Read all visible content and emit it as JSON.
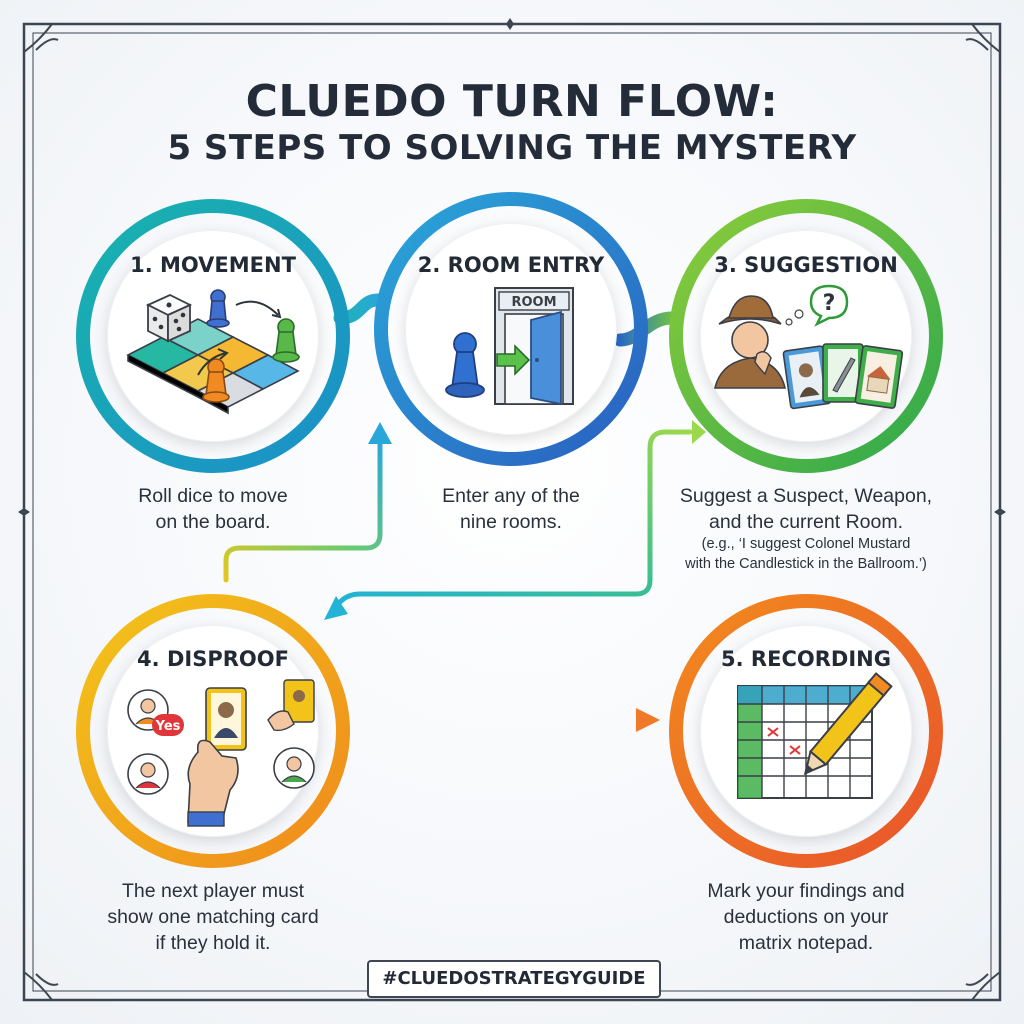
{
  "title": {
    "line1": "CLUEDO TURN FLOW:",
    "line2": "5 STEPS TO SOLVING THE MYSTERY"
  },
  "steps": [
    {
      "title": "1. MOVEMENT",
      "desc_line1": "Roll dice to move",
      "desc_line2": "on the board.",
      "color_start": "#19b3ad",
      "color_end": "#1a8fc9",
      "icon": "dice-and-pawns-icon"
    },
    {
      "title": "2. ROOM ENTRY",
      "desc_line1": "Enter any of the",
      "desc_line2": "nine rooms.",
      "icon_text": "ROOM",
      "color_start": "#2aa7d9",
      "color_end": "#2a5fc0",
      "icon": "pawn-entering-room-icon"
    },
    {
      "title": "3. SUGGESTION",
      "desc_line1": "Suggest a Suspect, Weapon,",
      "desc_line2": "and the current Room.",
      "note_line1": "(e.g., ‘I suggest Colonel Mustard",
      "note_line2": "with the Candlestick in the Ballroom.’)",
      "icon_text": "?",
      "color_start": "#8ccc3a",
      "color_end": "#2ea84c",
      "icon": "detective-with-cards-icon"
    },
    {
      "title": "4. DISPROOF",
      "desc_line1": "The next player must",
      "desc_line2": "show one matching card",
      "desc_line3": "if they hold it.",
      "icon_text": "Yes",
      "color_start": "#f2c41a",
      "color_end": "#f08a1c",
      "icon": "players-showing-card-icon"
    },
    {
      "title": "5. RECORDING",
      "desc_line1": "Mark your findings and",
      "desc_line2": "deductions on your",
      "desc_line3": "matrix notepad.",
      "color_start": "#f28a1e",
      "color_end": "#e8542b",
      "icon": "notepad-matrix-pencil-icon"
    }
  ],
  "hashtag": "#CLUEDOSTRATEGYGUIDE",
  "colors": {
    "frame": "#3d4652",
    "text": "#222a35",
    "arrow_green": "#8bd14b",
    "arrow_teal": "#22b3d6",
    "arrow_orange": "#f07a2a"
  }
}
